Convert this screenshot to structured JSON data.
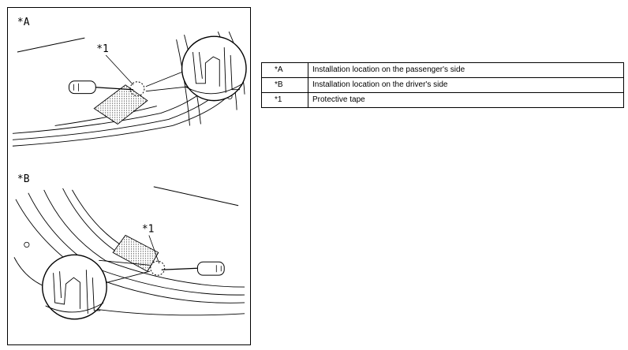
{
  "figure": {
    "view_a_label": "*A",
    "view_b_label": "*B",
    "callout_a": "*1",
    "callout_b": "*1"
  },
  "legend": [
    {
      "code": "*A",
      "description": "Installation location on the passenger's side"
    },
    {
      "code": "*B",
      "description": "Installation location on the driver's side"
    },
    {
      "code": "*1",
      "description": "Protective tape"
    }
  ]
}
